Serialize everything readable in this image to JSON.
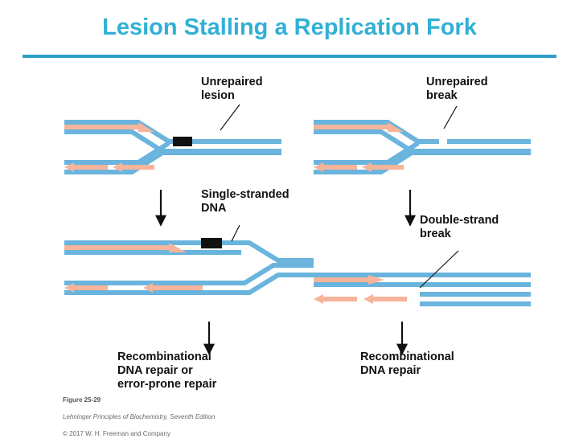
{
  "slide": {
    "title": "Lesion Stalling a Replication Fork",
    "accent_color": "#31b0d5",
    "rule_color": "#2b9fc4"
  },
  "figure": {
    "colors": {
      "blue_strand": "#6ab4dd",
      "salmon_strand": "#f6b49a",
      "lesion_block": "#111111",
      "arrow_black": "#111111",
      "leader_line": "#111111"
    },
    "labels": {
      "unrepaired_lesion": "Unrepaired\nlesion",
      "unrepaired_break": "Unrepaired\nbreak",
      "single_stranded_dna": "Single-stranded\nDNA",
      "double_strand_break": "Double-strand\nbreak",
      "recombinational_left": "Recombinational\nDNA repair or\nerror-prone repair",
      "recombinational_right": "Recombinational\nDNA repair"
    },
    "credit": {
      "figure_number": "Figure 25-29",
      "source": "Lehninger Principles of Biochemistry, Seventh Edition",
      "copyright": "© 2017 W. H. Freeman and Company"
    }
  }
}
